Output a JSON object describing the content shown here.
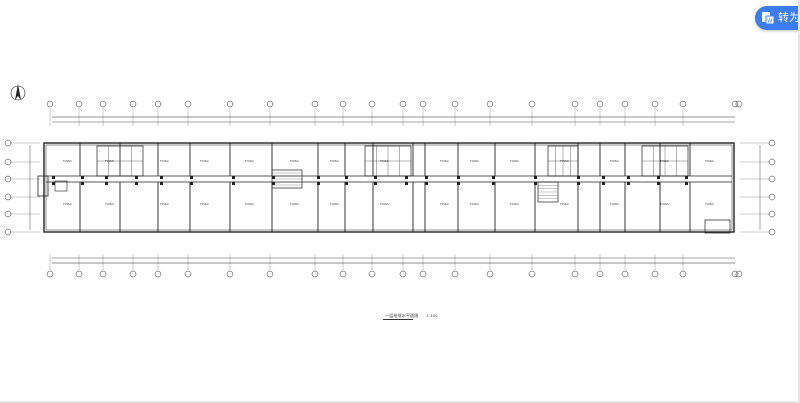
{
  "toolbar": {
    "convert_label": "转为W",
    "convert_icon": "document-convert-icon",
    "accent": "#3d7df2"
  },
  "drawing": {
    "title": "一层给排水平面图",
    "scale": "1:100",
    "north_arrow": "north-arrow-icon",
    "line_color": "#222222",
    "room_label": "TV/AC"
  }
}
